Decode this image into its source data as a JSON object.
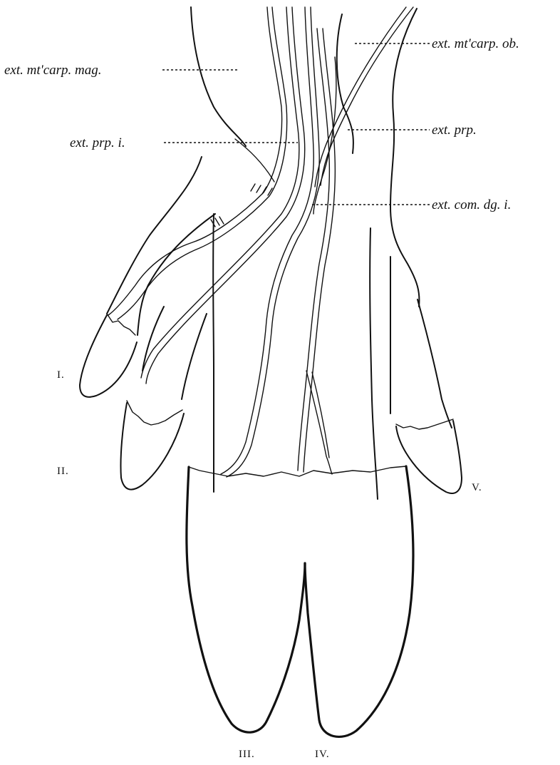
{
  "labels": {
    "ext_mtcarp_ob": "ext. mt'carp. ob.",
    "ext_mtcarp_mag": "ext. mt'carp. mag.",
    "ext_prp_i": "ext. prp. i.",
    "ext_prp": "ext. prp.",
    "ext_com_dg_i": "ext. com. dg. i."
  },
  "digits": {
    "d1": "I.",
    "d2": "II.",
    "d3": "III.",
    "d4": "IV.",
    "d5": "V."
  }
}
